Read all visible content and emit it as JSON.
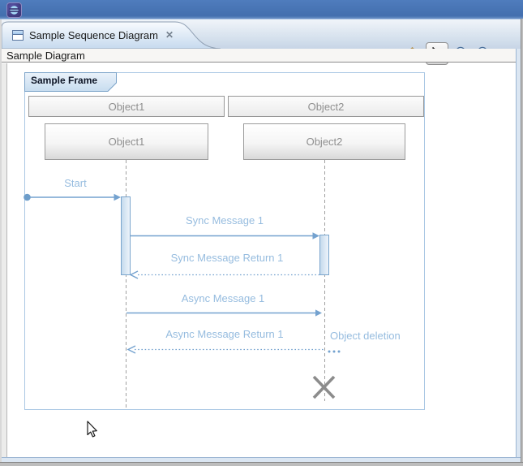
{
  "window": {
    "titlebar_icon": "eclipse-logo",
    "tab": {
      "title": "Sample Sequence Diagram",
      "close_glyph": "✕"
    },
    "toolbar": {
      "icons": [
        "home-icon",
        "select-pointer-icon",
        "zoom-in-icon",
        "zoom-out-icon",
        "view-menu-chevron-icon"
      ],
      "selected_tool": "select-pointer"
    },
    "breadcrumb": "Sample Diagram"
  },
  "diagram": {
    "frame_label": "Sample Frame",
    "columns": [
      "Object1",
      "Object2"
    ],
    "lifelines": [
      {
        "name": "Object1"
      },
      {
        "name": "Object2"
      }
    ],
    "messages": {
      "start": "Start",
      "sync1": "Sync Message 1",
      "sync_return": "Sync Message Return 1",
      "async1": "Async Message 1",
      "async_return": "Async Message Return 1",
      "deletion": "Object deletion"
    },
    "marks": [
      "found-message-dot",
      "destruction-x-mark",
      "lost-message-dots"
    ],
    "colors": {
      "titlebar_blue": "#436fae",
      "tab_gradient_bottom": "#c6daee",
      "frame_border": "#a9c7e3",
      "message_line": "#74a2cf",
      "message_label": "#96bcdf",
      "activation_fill": "#cfe2f2",
      "activation_border": "#7aa5cd",
      "lifeline_gray": "#a0a0a0",
      "box_text_gray": "#8f8f8f",
      "destruction_gray": "#8c8c8c"
    }
  }
}
